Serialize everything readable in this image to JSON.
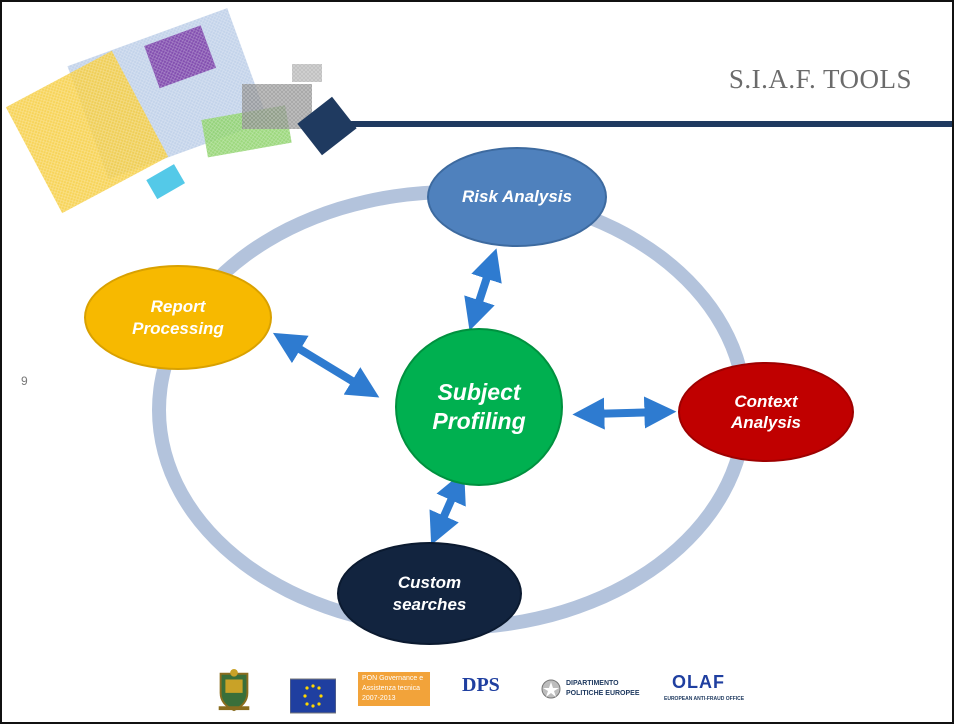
{
  "title": "S.I.A.F. TOOLS",
  "page_number": "9",
  "nodes": {
    "risk": "Risk Analysis",
    "report": "Report Processing",
    "subject": "Subject Profiling",
    "context": "Context Analysis",
    "custom": "Custom searches"
  },
  "logos": {
    "pon": "PON Governance e Assistenza tecnica 2007-2013",
    "dps": "DPS",
    "dipartimento": "DIPARTIMENTO POLITICHE EUROPEE",
    "olaf": "OLAF",
    "olaf_sub": "EUROPEAN ANTI-FRAUD OFFICE"
  },
  "colors": {
    "risk": "#4f81bd",
    "report": "#f7b900",
    "subject": "#00b050",
    "context": "#c00000",
    "custom": "#12243f",
    "ring": "#b3c3dc",
    "arrow": "#2e7bd0",
    "header_line": "#1f3a60"
  }
}
